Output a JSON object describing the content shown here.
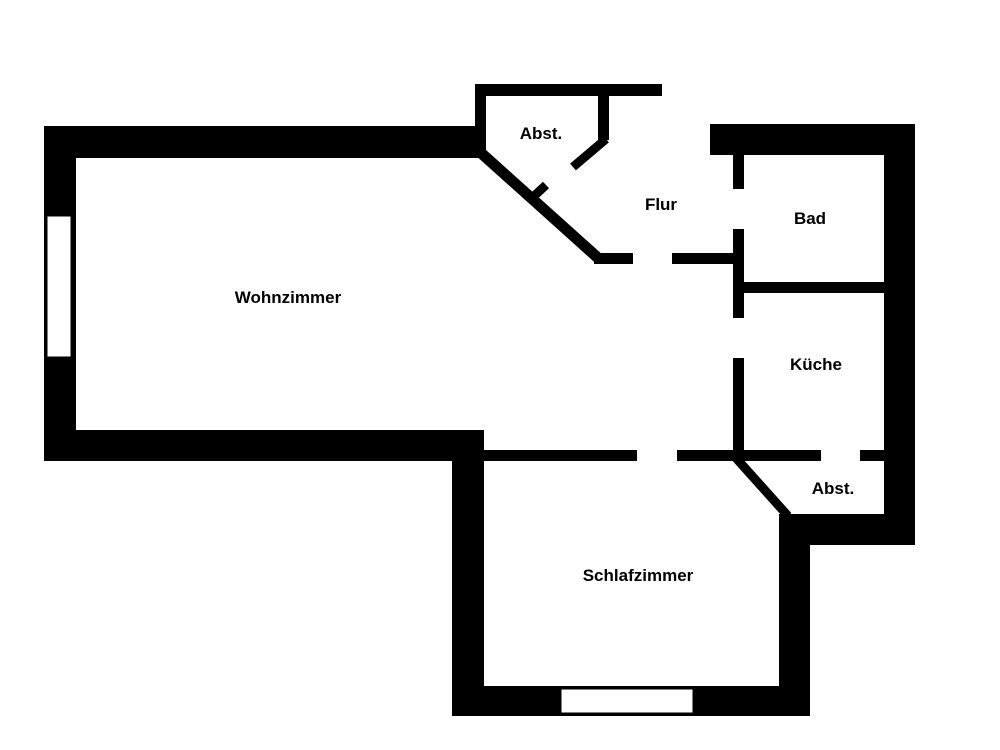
{
  "colors": {
    "wall": "#000000",
    "background": "#ffffff",
    "window": "#ffffff"
  },
  "rooms": {
    "wohnzimmer": "Wohnzimmer",
    "schlafzimmer": "Schlafzimmer",
    "flur": "Flur",
    "bad": "Bad",
    "kueche": "Küche",
    "abst_top": "Abst.",
    "abst_bottom": "Abst."
  }
}
